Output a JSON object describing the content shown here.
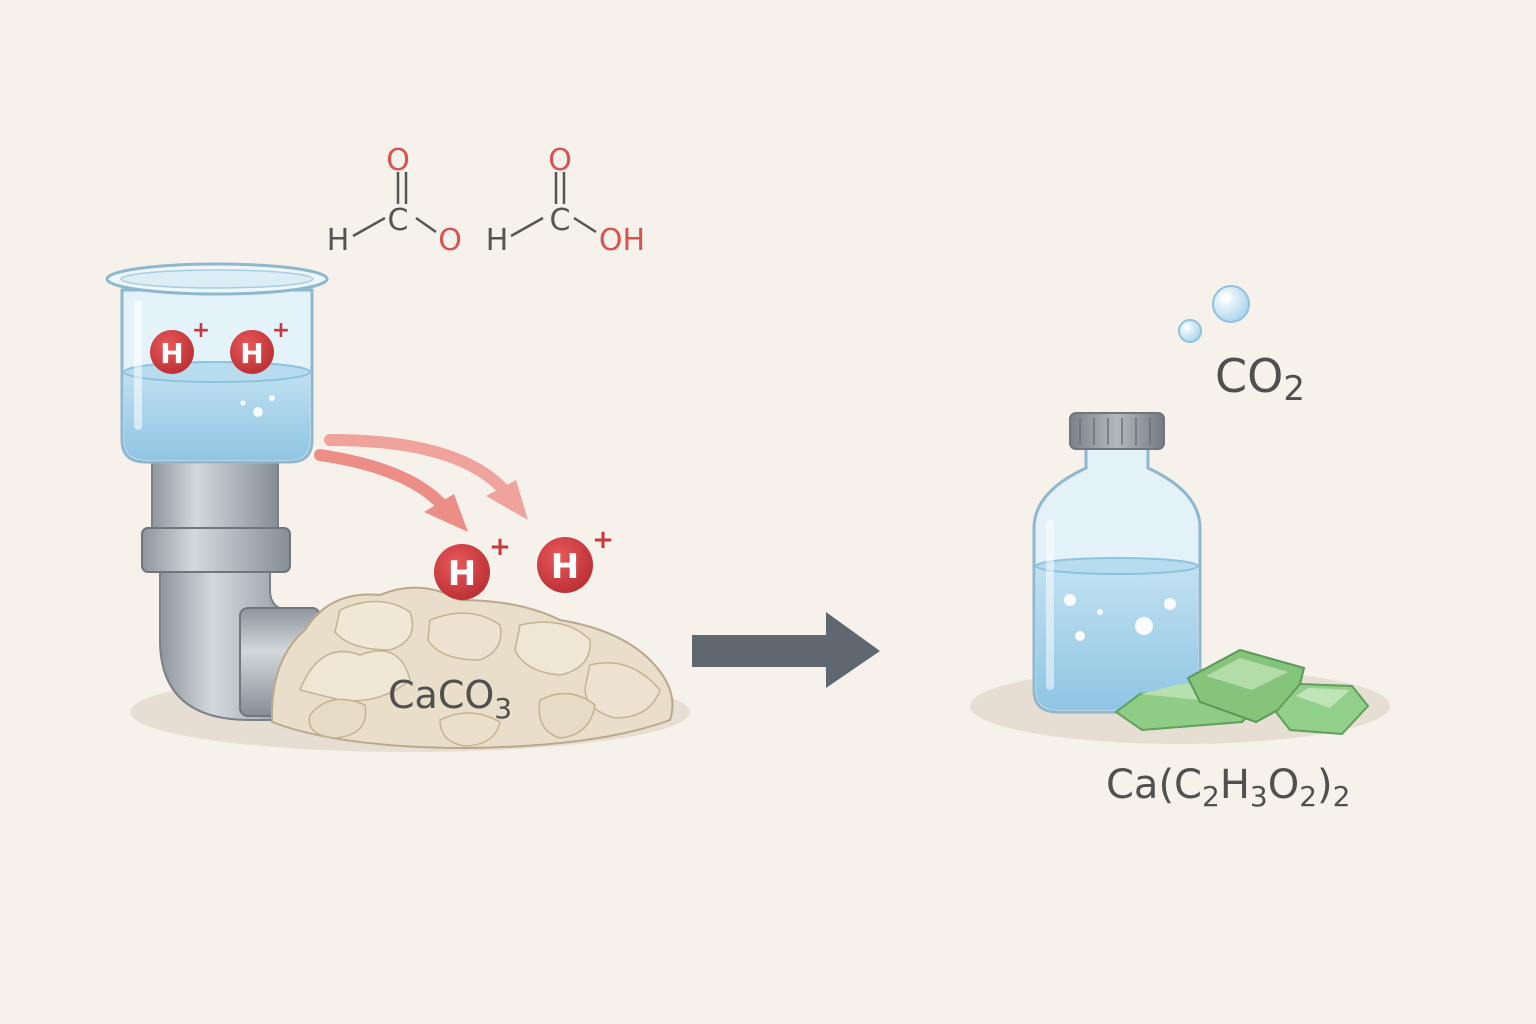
{
  "colors": {
    "background": "#f7f1ec",
    "water": "#9fcfe8",
    "glass": "#d9eef8",
    "ion_red": "#d23b3e",
    "oxygen_red": "#d9534f",
    "arrow_salmon": "#ec8d86",
    "reaction_arrow": "#5f6770",
    "pipe_gray": "#a7adb3",
    "rock": "#e7dcc5",
    "crystal_green": "#8fcc86",
    "cap_gray": "#8a9095"
  },
  "structures": [
    {
      "h": "H",
      "c": "C",
      "o_top": "O",
      "o_side": "O"
    },
    {
      "h": "H",
      "c": "C",
      "o_top": "O",
      "o_side": "OH"
    }
  ],
  "ions": [
    {
      "symbol": "H",
      "charge": "+"
    },
    {
      "symbol": "H",
      "charge": "+"
    },
    {
      "symbol": "H",
      "charge": "+"
    },
    {
      "symbol": "H",
      "charge": "+"
    }
  ],
  "reactant": {
    "base": "CaCO",
    "sub": "3"
  },
  "gas": {
    "base": "CO",
    "sub": "2"
  },
  "product": {
    "t1": "Ca(C",
    "s1": "2",
    "t2": "H",
    "s2": "3",
    "t3": "O",
    "s3": "2",
    "t4": ")",
    "s4": "2"
  }
}
